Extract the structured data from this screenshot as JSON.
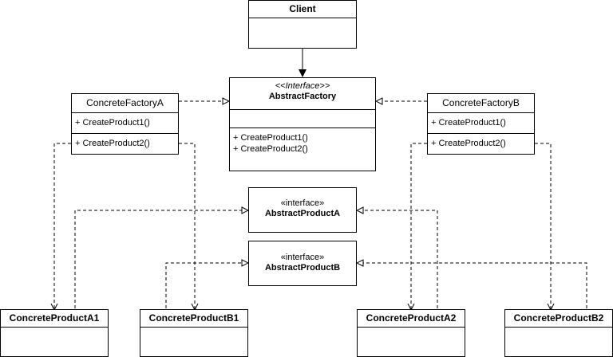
{
  "client": {
    "name": "Client"
  },
  "abstract_factory": {
    "stereotype": "<<Interface>>",
    "name": "AbstractFactory",
    "operations": [
      "+ CreateProduct1()",
      "+ CreateProduct2()"
    ]
  },
  "concrete_factory_a": {
    "name": "ConcreteFactoryA",
    "operations": [
      "+ CreateProduct1()",
      "+ CreateProduct2()"
    ]
  },
  "concrete_factory_b": {
    "name": "ConcreteFactoryB",
    "operations": [
      "+ CreateProduct1()",
      "+ CreateProduct2()"
    ]
  },
  "abstract_product_a": {
    "stereotype": "«interface»",
    "name": "AbstractProductA"
  },
  "abstract_product_b": {
    "stereotype": "«interface»",
    "name": "AbstractProductB"
  },
  "concrete_products": {
    "a1": "ConcreteProductA1",
    "b1": "ConcreteProductB1",
    "a2": "ConcreteProductA2",
    "b2": "ConcreteProductB2"
  }
}
